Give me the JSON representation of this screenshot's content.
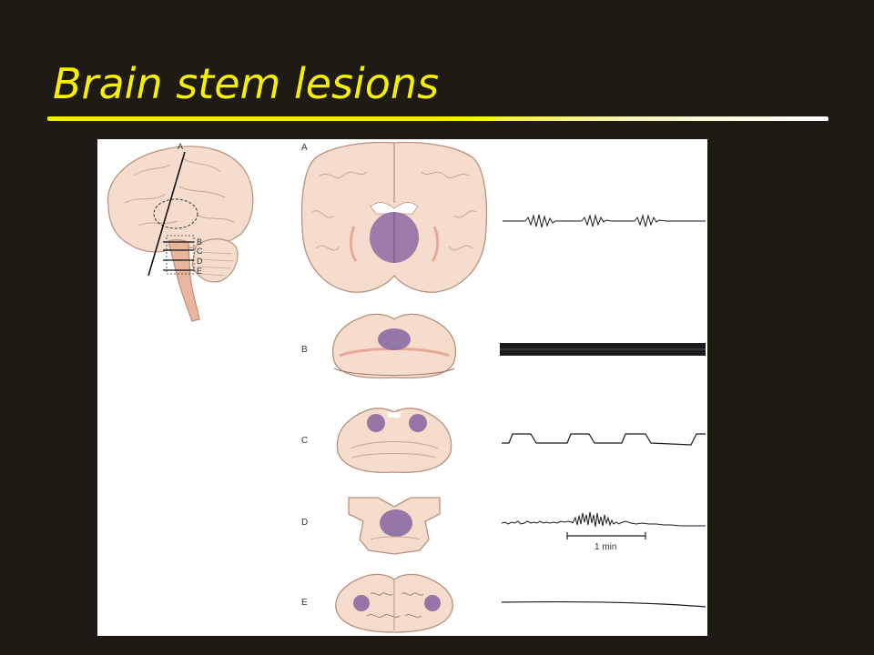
{
  "slide": {
    "title": "Brain stem lesions",
    "title_color": "#f4f000",
    "background": "#1f1a13"
  },
  "figure": {
    "overview": {
      "cut_label": "A",
      "level_labels": [
        "B",
        "C",
        "D",
        "E"
      ]
    },
    "rows": [
      {
        "label": "A",
        "section": "coronal-forebrain-section",
        "trace": "cyclic-bursts-trace"
      },
      {
        "label": "B",
        "section": "upper-pons-section",
        "trace": "continuous-rapid-trace"
      },
      {
        "label": "C",
        "section": "mid-pons-section",
        "trace": "apneustic-plateau-trace"
      },
      {
        "label": "D",
        "section": "lower-pons-section",
        "trace": "irregular-ataxic-trace"
      },
      {
        "label": "E",
        "section": "medulla-section",
        "trace": "flat-trace"
      }
    ],
    "scale_bar_label": "1 min",
    "colors": {
      "tissue": "#f5dccc",
      "tissue_edge": "#b98f7d",
      "lesion": "#8a6aa3",
      "brainstem": "#e9b59c",
      "trace": "#1a1a1a"
    }
  }
}
